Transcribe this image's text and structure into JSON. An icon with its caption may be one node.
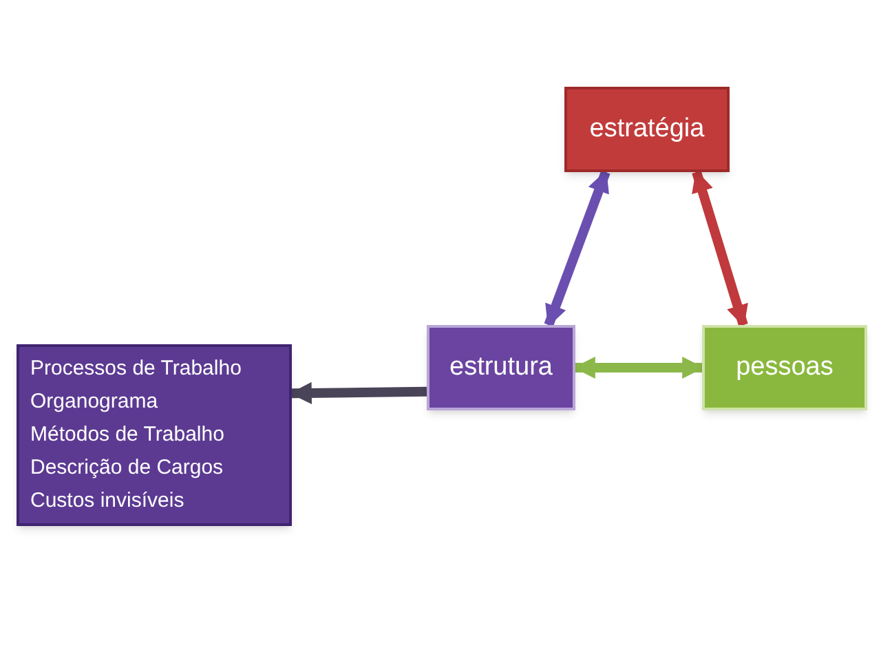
{
  "diagram": {
    "nodes": [
      {
        "text": [
          "estratégia"
        ]
      },
      {
        "text": [
          "estrutura"
        ]
      },
      {
        "text": [
          "pessoas"
        ]
      },
      {
        "text": [
          "Processos de Trabalho",
          "Organograma",
          "Métodos de Trabalho",
          "Descrição de Cargos",
          "Custos invisíveis"
        ]
      }
    ],
    "edges": [
      {
        "from": 1,
        "to": 0,
        "arrow": "both",
        "color": "#6a4fb0"
      },
      {
        "from": 2,
        "to": 0,
        "arrow": "both",
        "color": "#c0393c"
      },
      {
        "from": 1,
        "to": 2,
        "arrow": "both",
        "color": "#8cb84a"
      },
      {
        "from": 1,
        "to": 3,
        "arrow": "to",
        "color": "#4a4458"
      }
    ]
  }
}
